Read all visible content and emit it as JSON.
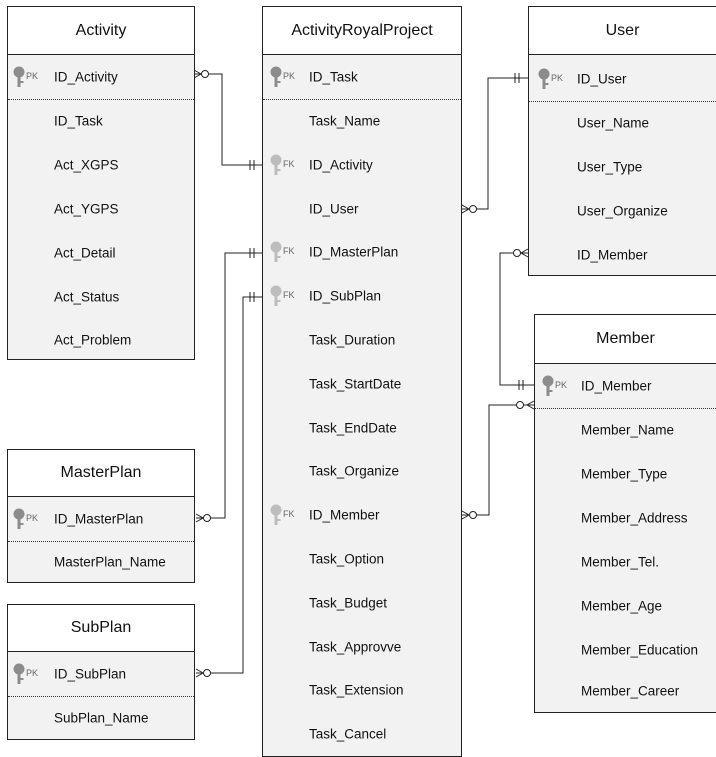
{
  "entities": {
    "activity": {
      "title": "Activity",
      "pk": {
        "label": "ID_Activity",
        "key": "PK"
      },
      "fields": [
        "ID_Task",
        "Act_XGPS",
        "Act_YGPS",
        "Act_Detail",
        "Act_Status",
        "Act_Problem"
      ]
    },
    "masterplan": {
      "title": "MasterPlan",
      "pk": {
        "label": "ID_MasterPlan",
        "key": "PK"
      },
      "fields": [
        "MasterPlan_Name"
      ]
    },
    "subplan": {
      "title": "SubPlan",
      "pk": {
        "label": "ID_SubPlan",
        "key": "PK"
      },
      "fields": [
        "SubPlan_Name"
      ]
    },
    "project": {
      "title": "ActivityRoyalProject",
      "pk": {
        "label": "ID_Task",
        "key": "PK"
      },
      "fields": [
        {
          "label": "Task_Name",
          "key": ""
        },
        {
          "label": "ID_Activity",
          "key": "FK"
        },
        {
          "label": "ID_User",
          "key": ""
        },
        {
          "label": "ID_MasterPlan",
          "key": "FK"
        },
        {
          "label": "ID_SubPlan",
          "key": "FK"
        },
        {
          "label": "Task_Duration",
          "key": ""
        },
        {
          "label": "Task_StartDate",
          "key": ""
        },
        {
          "label": "Task_EndDate",
          "key": ""
        },
        {
          "label": "Task_Organize",
          "key": ""
        },
        {
          "label": "ID_Member",
          "key": "FK"
        },
        {
          "label": "Task_Option",
          "key": ""
        },
        {
          "label": "Task_Budget",
          "key": ""
        },
        {
          "label": "Task_Approvve",
          "key": ""
        },
        {
          "label": "Task_Extension",
          "key": ""
        },
        {
          "label": "Task_Cancel",
          "key": ""
        }
      ]
    },
    "user": {
      "title": "User",
      "pk": {
        "label": "ID_User",
        "key": "PK"
      },
      "fields": [
        "User_Name",
        "User_Type",
        "User_Organize",
        "ID_Member"
      ]
    },
    "member": {
      "title": "Member",
      "pk": {
        "label": "ID_Member",
        "key": "PK"
      },
      "fields": [
        "Member_Name",
        "Member_Type",
        "Member_Address",
        "Member_Tel.",
        "Member_Age",
        "Member_Education",
        "Member_Career"
      ]
    }
  },
  "colors": {
    "key_icon": "#8c8c8c",
    "entity_fill": "#f2f2f2",
    "header_fill": "#ffffff",
    "line": "#222222"
  }
}
